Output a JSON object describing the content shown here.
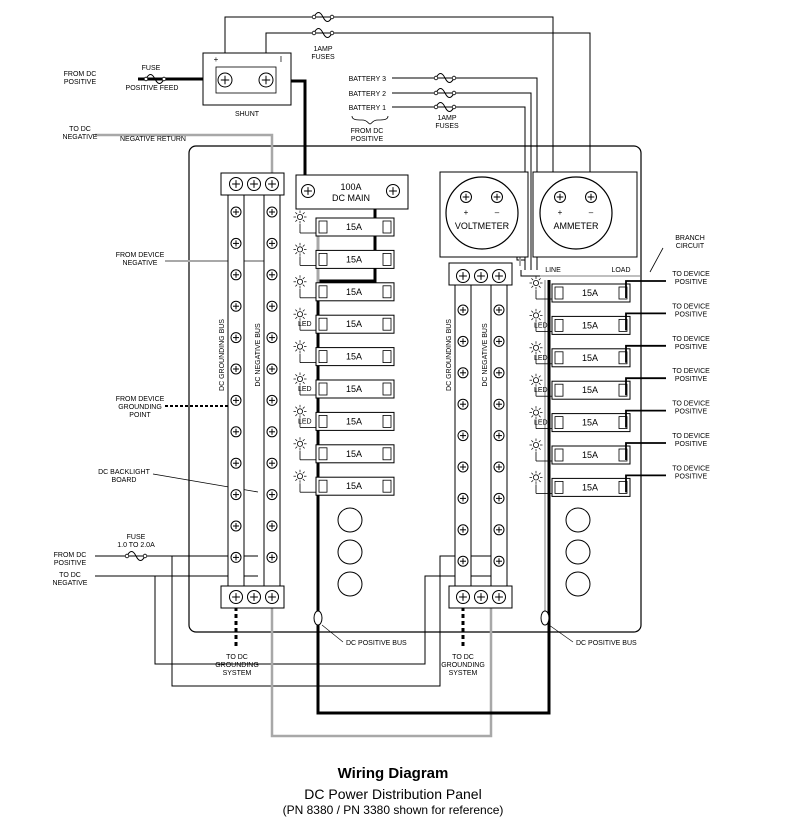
{
  "colors": {
    "ink": "#000000",
    "gray_wire": "#a8a8a8",
    "panel_fill": "#ffffff"
  },
  "labels": {
    "from_dc_positive": [
      "FROM DC",
      "POSITIVE"
    ],
    "fuse_top": "FUSE",
    "positive_feed": "POSITIVE FEED",
    "shunt": "SHUNT",
    "shunt_plus": "+",
    "shunt_minus": "I",
    "amp_fuses_top": [
      "1AMP",
      "FUSES"
    ],
    "battery_3": "BATTERY 3",
    "battery_2": "BATTERY 2",
    "battery_1": "BATTERY 1",
    "amp_fuses_right": [
      "1AMP",
      "FUSES"
    ],
    "from_dc_positive_batt": [
      "FROM DC",
      "POSITIVE"
    ],
    "to_dc_negative_top": [
      "TO DC",
      "NEGATIVE"
    ],
    "negative_return": "NEGATIVE  RETURN",
    "main_breaker": [
      "100A",
      "DC MAIN"
    ],
    "voltmeter": "VOLTMETER",
    "ammeter": "AMMETER",
    "meter_plus": "+",
    "meter_minus": "–",
    "branch_circuit": [
      "BRANCH",
      "CIRCUIT"
    ],
    "line": "LINE",
    "load": "LOAD",
    "from_device_negative": [
      "FROM DEVICE",
      "NEGATIVE"
    ],
    "from_device_grounding": [
      "FROM DEVICE",
      "GROUNDING",
      "POINT"
    ],
    "dc_backlight_board": [
      "DC BACKLIGHT",
      "BOARD"
    ],
    "fuse_bottom": [
      "FUSE",
      "1.0 TO 2.0A"
    ],
    "from_dc_positive_bottom": [
      "FROM DC",
      "POSITIVE"
    ],
    "to_dc_negative_bottom": [
      "TO DC",
      "NEGATIVE"
    ],
    "dc_grounding_bus": "DC GROUNDING BUS",
    "dc_negative_bus": "DC NEGATIVE BUS",
    "led": "LED",
    "dc_positive_bus": "DC POSITIVE BUS",
    "to_dc_grounding_system": [
      "TO DC",
      "GROUNDING",
      "SYSTEM"
    ],
    "to_device_positive": [
      "TO DEVICE",
      "POSITIVE"
    ]
  },
  "breakers": {
    "rating": "15A",
    "left_count": 9,
    "right_count": 7,
    "left_led_rows": [
      3,
      5,
      6
    ],
    "right_led_rows": [
      1,
      2,
      3,
      4
    ]
  },
  "caption": {
    "title": "Wiring Diagram",
    "subtitle": "DC Power Distribution Panel",
    "note": "(PN 8380 / PN 3380 shown for reference)"
  }
}
